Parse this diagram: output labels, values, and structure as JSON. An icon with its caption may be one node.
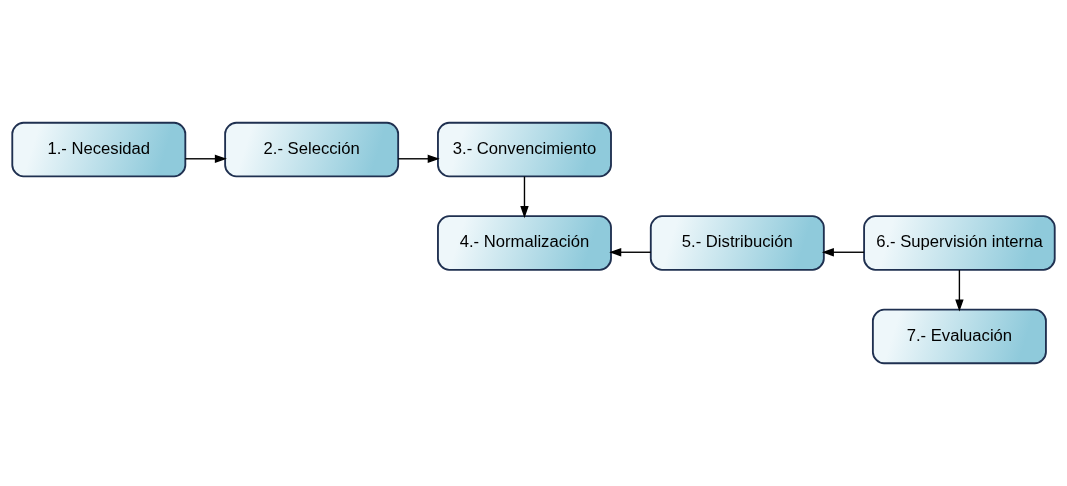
{
  "diagram": {
    "nodes": [
      {
        "text": [
          "1.- Necesidad"
        ]
      },
      {
        "text": [
          "2.- Selección"
        ]
      },
      {
        "text": [
          "3.- Convencimiento"
        ]
      },
      {
        "text": [
          "4.- Normalización"
        ]
      },
      {
        "text": [
          "5.- Distribución"
        ]
      },
      {
        "text": [
          "6.- Supervisión interna"
        ]
      },
      {
        "text": [
          "7.- Evaluación"
        ]
      }
    ],
    "edges": [
      {
        "from": 0,
        "to": 1,
        "arrow": "to"
      },
      {
        "from": 1,
        "to": 2,
        "arrow": "to"
      },
      {
        "from": 2,
        "to": 3,
        "arrow": "to"
      },
      {
        "from": 5,
        "to": 4,
        "arrow": "to"
      },
      {
        "from": 4,
        "to": 3,
        "arrow": "to"
      },
      {
        "from": 5,
        "to": 6,
        "arrow": "to"
      }
    ]
  }
}
